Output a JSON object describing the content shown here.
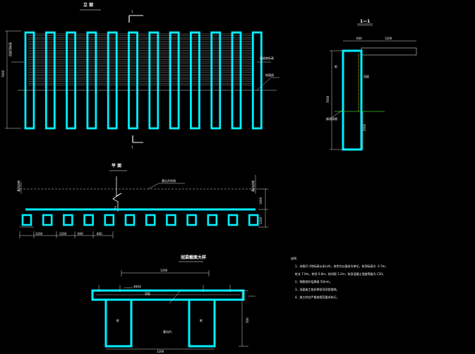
{
  "drawing": {
    "elevation_title": "立  面",
    "plan_title": "平  面",
    "section_title": "1—1",
    "detail_title": "冠梁截面大样",
    "section_marks": [
      "1",
      "1"
    ],
    "plan_cut_mark": "Z",
    "elevation_labels": {
      "left_dim": "7000",
      "left_note": "冠梁顶标高",
      "right_note": "冠梁底标高",
      "right_note2": "地面线"
    },
    "section_labels": {
      "top_dim": "600",
      "top_dim2": "1200",
      "left_note": "桩",
      "mid_dim": "7000",
      "right_note": "冠梁",
      "lower_note": "嵌岩深度",
      "lower_dim": "2000"
    },
    "plan_labels": {
      "axis_left": "基坑边线",
      "axis_mid": "基坑开挖线",
      "axis_right": "基坑边线",
      "right_dim1": "1000",
      "right_dim2": "1200",
      "bottom_dims": [
        "1200",
        "1200",
        "600",
        "600"
      ]
    },
    "detail_labels": {
      "top_dim": "1200",
      "beam_label": "冠梁",
      "rebar_label": "4Φ16",
      "pile_left": "桩",
      "pile_right": "桩",
      "center_label": "基坑内",
      "right_dim": "500",
      "bottom_dim": "1200"
    }
  },
  "notes": {
    "title": "说明",
    "items": [
      "1、本图尺寸除标高以米计外，其余均以毫米为单位，桩顶标高为 -1.5m，",
      "   桩长 7.0m，桩径 0.8m，桩间距 1.2m，桩身混凝土强度等级为 C30。",
      "2、钢筋保护层厚度 50mm。",
      "3、冠梁施工前应将桩顶浮浆凿除。",
      "4、施工时应严格按规范要求执行。"
    ]
  }
}
